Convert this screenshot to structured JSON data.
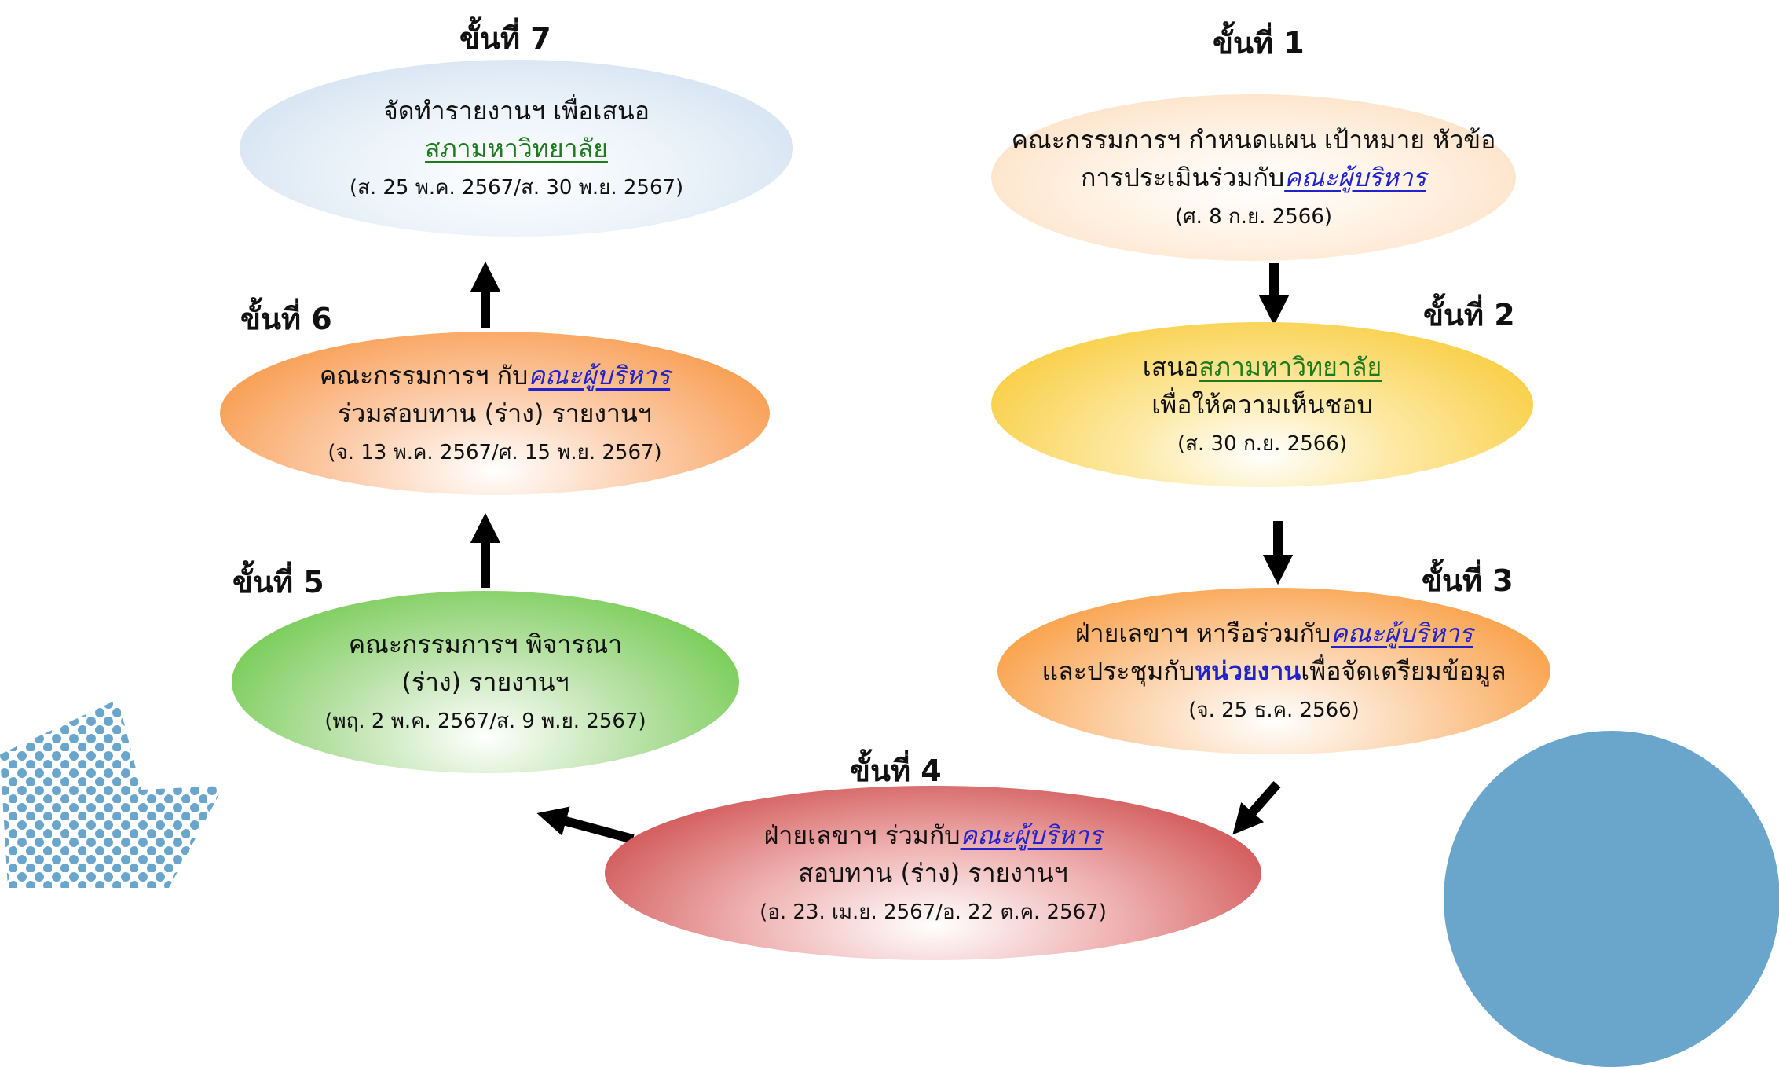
{
  "colors": {
    "green_link": "#1f7a1f",
    "blue_link": "#2222cc",
    "arrow": "#000000",
    "decor_blue": "#6aa5cc"
  },
  "steps": [
    {
      "label": "ขั้นที่ 1",
      "line1": "คณะกรรมการฯ กำหนดแผน เป้าหมาย หัวข้อ",
      "line2_prefix": "การประเมินร่วมกับ",
      "line2_link": "คณะผู้บริหาร",
      "date": "(ศ. 8 ก.ย. 2566)"
    },
    {
      "label": "ขั้นที่ 2",
      "line1_prefix": "เสนอ",
      "line1_link": "สภามหาวิทยาลัย",
      "line2": "เพื่อให้ความเห็นชอบ",
      "date": "(ส. 30 ก.ย. 2566)"
    },
    {
      "label": "ขั้นที่ 3",
      "line1_prefix": "ฝ่ายเลขาฯ หารือร่วมกับ",
      "line1_link": "คณะผู้บริหาร",
      "line2_prefix": "และประชุมกับ",
      "line2_link": "หน่วยงาน",
      "line2_suffix": "เพื่อจัดเตรียมข้อมูล",
      "date": "(จ. 25 ธ.ค. 2566)"
    },
    {
      "label": "ขั้นที่ 4",
      "line1_prefix": "ฝ่ายเลขาฯ ร่วมกับ",
      "line1_link": "คณะผู้บริหาร",
      "line2": "สอบทาน (ร่าง) รายงานฯ",
      "date": "(อ. 23. เม.ย. 2567/อ. 22 ต.ค. 2567)"
    },
    {
      "label": "ขั้นที่ 5",
      "line1": "คณะกรรมการฯ พิจารณา",
      "line2": "(ร่าง) รายงานฯ",
      "date": "(พฤ. 2 พ.ค. 2567/ส. 9 พ.ย. 2567)"
    },
    {
      "label": "ขั้นที่ 6",
      "line1_prefix": "คณะกรรมการฯ กับ",
      "line1_link": "คณะผู้บริหาร",
      "line2": "ร่วมสอบทาน (ร่าง) รายงานฯ",
      "date": "(จ. 13 พ.ค. 2567/ศ. 15 พ.ย. 2567)"
    },
    {
      "label": "ขั้นที่ 7",
      "line1": "จัดทำรายงานฯ เพื่อเสนอ",
      "line2_link": "สภามหาวิทยาลัย",
      "date": "(ส. 25 พ.ค. 2567/ส. 30 พ.ย. 2567)"
    }
  ]
}
